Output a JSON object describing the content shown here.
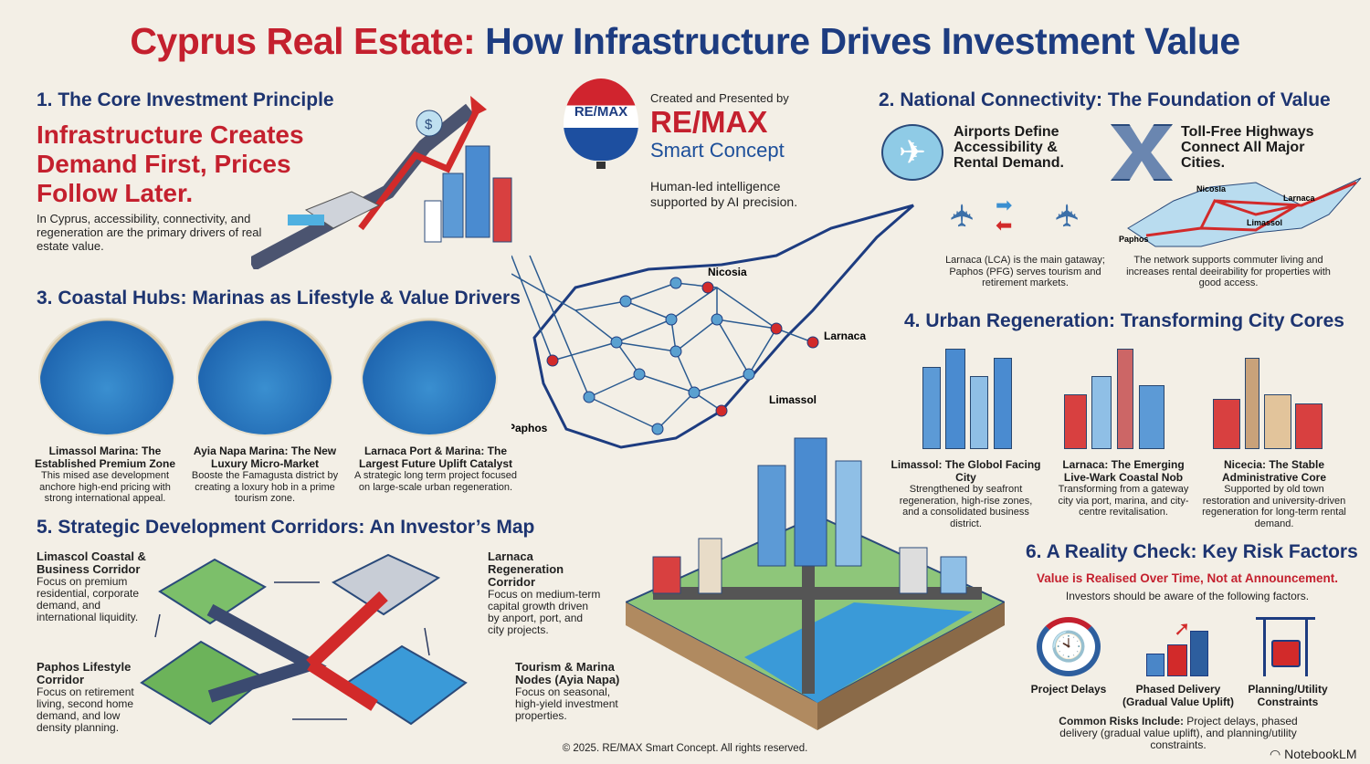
{
  "title": {
    "part1": "Cyprus Real Estate:",
    "part2": "How Infrastructure Drives Investment Value"
  },
  "brand": {
    "logo_text": "RE/MAX",
    "created_by": "Created and Presented by",
    "name": "RE/MAX",
    "sub": "Smart Concept",
    "tagline": "Human-led intelligence supported by AI precision."
  },
  "s1": {
    "heading": "1. The Core Investment Principle",
    "headline": "Infrastructure Creates Demand First, Prices Follow Later.",
    "body": "In Cyprus, accessibility, connectivity, and regeneration are the primary drivers of real estate value."
  },
  "s2": {
    "heading": "2. National Connectivity: The Foundation of Value",
    "airports": {
      "title": "Airports Define Accessibility & Rental Demand.",
      "desc": "Larnaca (LCA) is the main gataway; Paphos (PFG) serves tourism and retirement markets."
    },
    "highways": {
      "title": "Toll-Free Highways Connect All Major Cities.",
      "desc": "The network supports commuter living and increases rental deeirability for properties with good access.",
      "map_labels": [
        "Nicosla",
        "Larnaca",
        "Limassol",
        "Paphos"
      ]
    }
  },
  "s3": {
    "heading": "3. Coastal Hubs: Marinas as Lifestyle & Value Drivers",
    "items": [
      {
        "title": "Limassol Marina: The Established Premium Zone",
        "desc": "This mised ase development anchore high-end pricing with strong international appeal."
      },
      {
        "title": "Ayia Napa Marina: The New Luxury Micro-Market",
        "desc": "Booste the Famagusta district by creating a loxury hob in a prime tourism zone."
      },
      {
        "title": "Larnaca Port & Marina: The Largest Future Uplift Catalyst",
        "desc": "A strategic long term project focused on large-scale urban regeneration."
      }
    ]
  },
  "s4": {
    "heading": "4. Urban Regeneration: Transforming City Cores",
    "items": [
      {
        "title": "Limassol: The Globol Facing City",
        "desc": "Strengthened by seafront regeneration, high-rise zones, and a consolidated business district."
      },
      {
        "title": "Larnaca: The Emerging Live-Wark Coastal Nob",
        "desc": "Transforming from a gateway city via port, marina, and city-centre revitalisation."
      },
      {
        "title": "Nicecia: The Stable Administrative Core",
        "desc": "Supported by old town restoration and university-driven regeneration for long-term rental demand."
      }
    ]
  },
  "s5": {
    "heading": "5. Strategic Development Corridors: An Investor’s Map",
    "items": [
      {
        "title": "Limascol Coastal & Business Corridor",
        "desc": "Focus on premium residential, corporate demand, and international liquidity."
      },
      {
        "title": "Larnaca Regeneration Corridor",
        "desc": "Focus on medium-term capital growth driven by anport, port, and city projects."
      },
      {
        "title": "Paphos Lifestyle Corridor",
        "desc": "Focus on retirement living, second home demand, and low density planning."
      },
      {
        "title": "Tourism & Marina Nodes (Ayia Napa)",
        "desc": "Focus on seasonal, high-yield investment properties."
      }
    ]
  },
  "s6": {
    "heading": "6. A Reality Check: Key Risk Factors",
    "headline": "Value is Realised Over Time, Not at Announcement.",
    "intro": "Investors should be aware of the following factors.",
    "risks": [
      "Project Delays",
      "Phased Delivery (Gradual Value Uplift)",
      "Planning/Utility Constraints"
    ],
    "summary_label": "Common Risks Include:",
    "summary": " Project delays, phased delivery (gradual value uplift), and planning/utility constraints."
  },
  "map": {
    "labels": {
      "nicosia": "Nicosia",
      "larnaca": "Larnaca",
      "limassol": "Limassol",
      "paphos": "Paphos"
    }
  },
  "footer": {
    "copyright": "© 2025. RE/MAX Smart Concept. All rights reserved.",
    "badge": "NotebookLM"
  },
  "colors": {
    "red": "#c4202e",
    "blue": "#1d3c80",
    "bg": "#f3efe6"
  }
}
